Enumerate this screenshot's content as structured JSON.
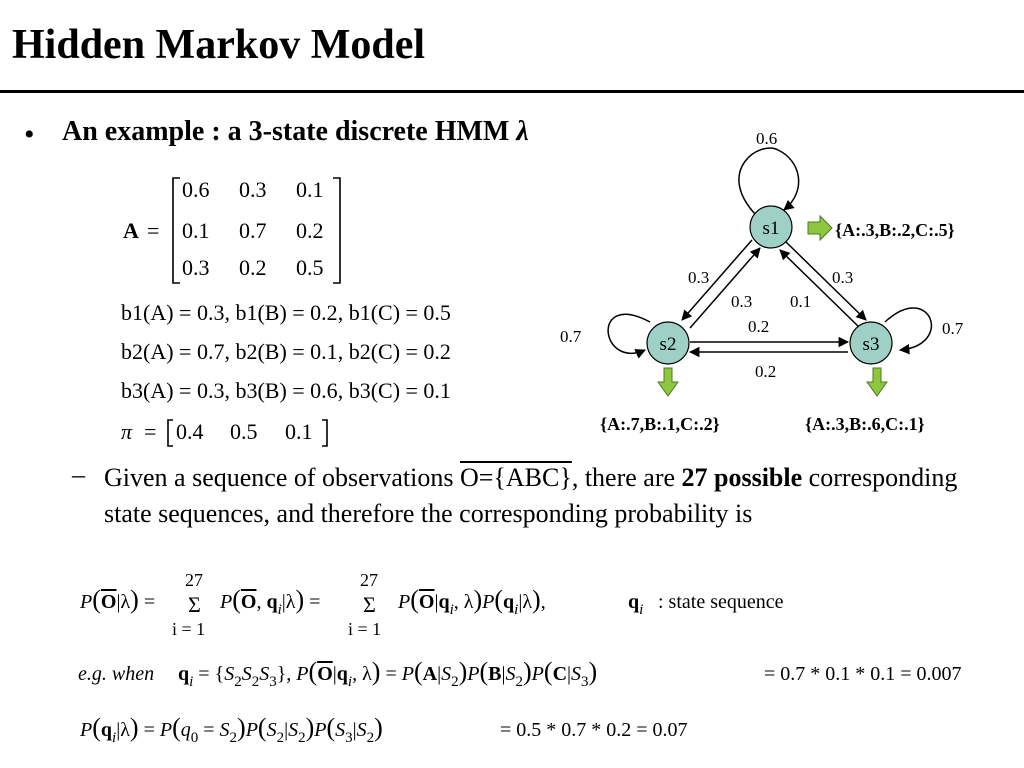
{
  "slide": {
    "title": "Hidden Markov Model",
    "bullet": "An example : a 3-state discrete HMM",
    "bullet_symbol": "λ",
    "sub_pre": "Given a sequence of observations ",
    "sub_obs": "O={ABC}",
    "sub_mid": ", there are ",
    "sub_bold": "27 possible",
    "sub_post": " corresponding state sequences, and therefore the corresponding probability is"
  },
  "matrix_A": {
    "label": "A",
    "rows": [
      [
        "0.6",
        "0.3",
        "0.1"
      ],
      [
        "0.1",
        "0.7",
        "0.2"
      ],
      [
        "0.3",
        "0.2",
        "0.5"
      ]
    ]
  },
  "emissions": [
    [
      "b1(A) = 0.3",
      "b1(B) = 0.2",
      "b1(C) = 0.5"
    ],
    [
      "b2(A) = 0.7",
      "b2(B) = 0.1",
      "b2(C) = 0.2"
    ],
    [
      "b3(A) = 0.3",
      "b3(B) = 0.6",
      "b3(C) = 0.1"
    ]
  ],
  "pi": {
    "label": "π",
    "values": [
      "0.4",
      "0.5",
      "0.1"
    ]
  },
  "diagram": {
    "states": [
      {
        "name": "s1",
        "emission": "{A:.3,B:.2,C:.5}"
      },
      {
        "name": "s2",
        "emission": "{A:.7,B:.1,C:.2}"
      },
      {
        "name": "s3",
        "emission": "{A:.3,B:.6,C:.1}"
      }
    ],
    "self_loops": {
      "s1": "0.6",
      "s2": "0.7",
      "s3": "0.7"
    },
    "transitions": {
      "s1_to_s2": "0.3",
      "s2_to_s1": "0.3",
      "s1_to_s3": "0.1",
      "s3_to_s1": "0.3",
      "s2_to_s3": "0.2",
      "s3_to_s2": "0.2"
    }
  },
  "formulas": {
    "sum_upper": "27",
    "sum_lower": "i = 1",
    "line1_note": ": state sequence",
    "eg_prefix": "e.g. when",
    "line2_result": "= 0.7 * 0.1 * 0.1 = 0.007",
    "line3_result": "= 0.5 * 0.7 * 0.2 = 0.07"
  }
}
